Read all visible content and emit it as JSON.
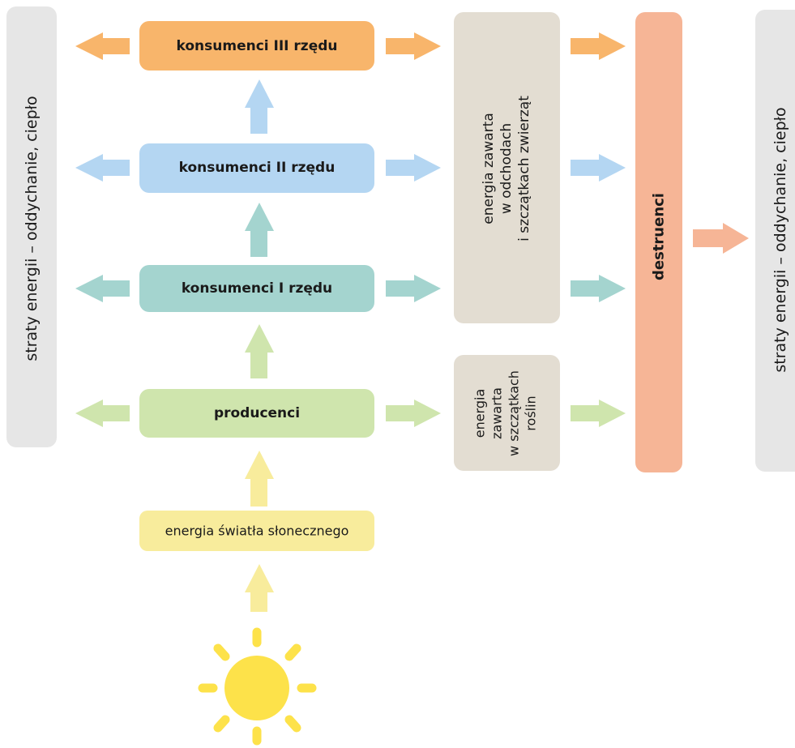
{
  "levels": {
    "tertiary": "konsumenci III rzędu",
    "secondary": "konsumenci II rzędu",
    "primary": "konsumenci I rzędu",
    "producers": "producenci",
    "sunlight": "energia światła słonecznego"
  },
  "side_losses": {
    "left": "straty energii – oddychanie, ciepło",
    "right": "straty energii – oddychanie, ciepło"
  },
  "pools": {
    "animal_waste": [
      "energia zawarta",
      "w odchodach",
      "i szczątkach zwierząt"
    ],
    "plant_remains": [
      "energia",
      "zawarta",
      "w szczątkach",
      "roślin"
    ]
  },
  "decomposers": "destruenci",
  "colors": {
    "tertiary": "#f8b56b",
    "secondary": "#b4d6f2",
    "primary": "#a4d4cf",
    "producers": "#cfe5ad",
    "sunlight": "#f8ec9c",
    "sun": "#fde24a",
    "pool": "#e3ddd2",
    "decomposers": "#f6b596",
    "loss": "#e6e6e6"
  },
  "icons": {
    "sun": "sun-icon"
  }
}
